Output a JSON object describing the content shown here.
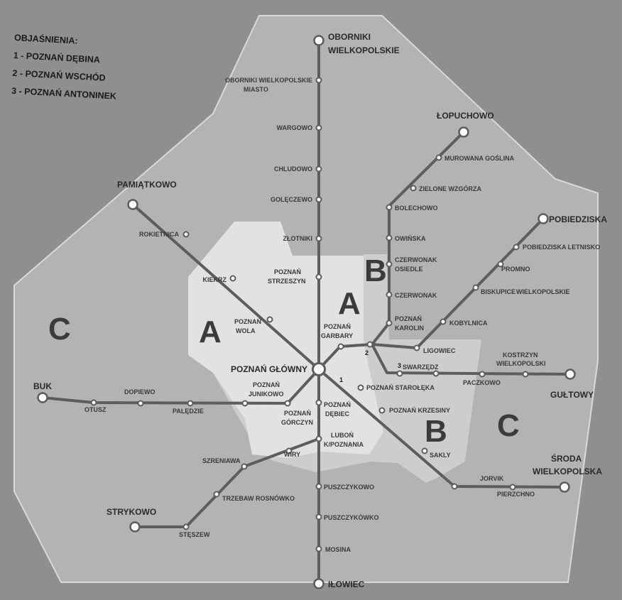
{
  "legend": {
    "title": "OBJAŚNIENIA:",
    "items": [
      "1 - POZNAŃ DĘBINA",
      "2 - POZNAŃ WSCHÓD",
      "3 - POZNAŃ ANTONINEK"
    ]
  },
  "zones": [
    "A",
    "A",
    "B",
    "B",
    "C",
    "C"
  ],
  "markers": [
    "1",
    "2",
    "3"
  ],
  "terminals": {
    "oborniki_1": "OBORNIKI",
    "oborniki_2": "WIELKOPOLSKIE",
    "lopuchowo": "ŁOPUCHOWO",
    "pobiedziska": "POBIEDZISKA",
    "pamiatkowo": "PAMIĄTKOWO",
    "buk": "BUK",
    "gultowy": "GUŁTOWY",
    "sroda_1": "ŚRODA",
    "sroda_2": "WIELKOPOLSKA",
    "strykowo": "STRYKOWO",
    "ilowiec": "IŁOWIEC",
    "poznan_glowny": "POZNAŃ GŁÓWNY"
  },
  "stations": {
    "oborniki_miasto_1": "OBORNIKI WIELKOPOLSKIE",
    "oborniki_miasto_2": "MIASTO",
    "wargowo": "WARGOWO",
    "chludowo": "CHLUDOWO",
    "goleczewo": "GOLĘCZEWO",
    "zlotniki": "ZŁOTNIKI",
    "strzeszyn_1": "POZNAŃ",
    "strzeszyn_2": "STRZESZYN",
    "rokietnica": "ROKIETNICA",
    "kiekrz": "KIEKRZ",
    "wola_1": "POZNAŃ",
    "wola_2": "WOLA",
    "garbary_1": "POZNAŃ",
    "garbary_2": "GARBARY",
    "murowana": "MUROWANA GOŚLINA",
    "zielone": "ZIELONE WZGÓRZA",
    "bolechowo": "BOLECHOWO",
    "owinska": "OWIŃSKA",
    "czerw_osiedle_1": "CZERWONAK",
    "czerw_osiedle_2": "OSIEDLE",
    "czerwonak": "CZERWONAK",
    "karolin_1": "POZNAŃ",
    "karolin_2": "KAROLIN",
    "pob_letnisko": "POBIEDZISKA LETNISKO",
    "promno": "PROMNO",
    "biskupice": "BISKUPICE",
    "biskupice_2": "WIELKOPOLSKIE",
    "kobylnica": "KOBYLNICA",
    "ligowiec": "LIGOWIEC",
    "swarzedz": "SWARZĘDZ",
    "paczkowo": "PACZKOWO",
    "kostrzyn_1": "KOSTRZYN",
    "kostrzyn_2": "WIELKOPOLSKI",
    "starolęka": "POZNAŃ STAROŁĘKA",
    "krzesiny": "POZNAŃ KRZESINY",
    "sakly": "SAKLY",
    "jorvik": "JORVIK",
    "pierzchno": "PIERZCHNO",
    "dopiewo": "DOPIEWO",
    "otusz": "OTUSZ",
    "paledzie": "PALĘDZIE",
    "junikowo_1": "POZNAŃ",
    "junikowo_2": "JUNIKOWO",
    "gorczyn_1": "POZNAŃ",
    "gorczyn_2": "GÓRCZYN",
    "debiec_1": "POZNAŃ",
    "debiec_2": "DĘBIEC",
    "lubon_1": "LUBOŃ",
    "lubon_2": "K/POZNANIA",
    "wiry": "WIRY",
    "szreniawa": "SZRENIAWA",
    "trzebaw": "TRZEBAW ROSNÓWKO",
    "stezyca": "STĘSZEW",
    "puszczykowo": "PUSZCZYKOWO",
    "puszczykowko": "PUSZCZYKÓWKO",
    "mosina": "MOSINA"
  },
  "colors": {
    "background": "#8f8f8f",
    "zone_c": "#b3b3b3",
    "zone_b": "#cdcdcd",
    "zone_a": "#e2e2e2",
    "line": "#5d5d5d",
    "station_fill": "#ffffff",
    "text": "#2a2a2a"
  }
}
